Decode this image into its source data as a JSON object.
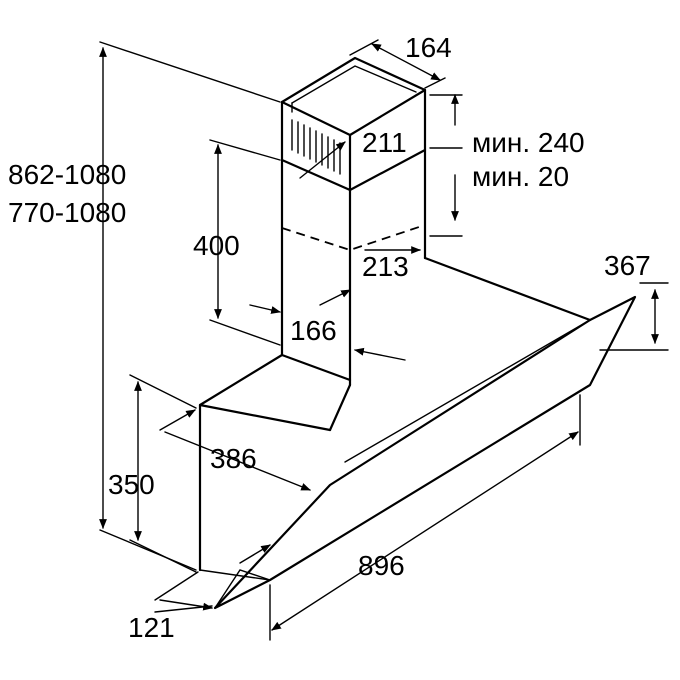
{
  "labels": {
    "width_duct": "164",
    "duct_top_depth": "211",
    "min_240": "мин. 240",
    "min_20": "мин. 20",
    "height_range_1": "862-1080",
    "height_range_2": "770-1080",
    "duct_length": "400",
    "duct_depth": "213",
    "right_height": "367",
    "duct_offset": "166",
    "depth_386": "386",
    "height_350": "350",
    "width_896": "896",
    "depth_121": "121"
  }
}
